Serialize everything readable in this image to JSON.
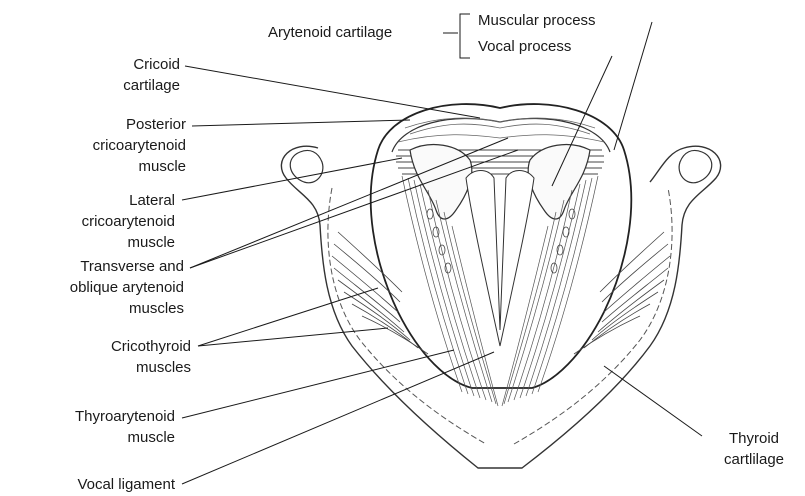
{
  "diagram": {
    "labels": {
      "arytenoid_cartilage": "Arytenoid cartilage",
      "muscular_process": "Muscular process",
      "vocal_process": "Vocal process",
      "cricoid_cartilage": [
        "Cricoid",
        "cartilage"
      ],
      "posterior_cricoarytenoid": [
        "Posterior",
        "cricoarytenoid",
        "muscle"
      ],
      "lateral_cricoarytenoid": [
        "Lateral",
        "cricoarytenoid",
        "muscle"
      ],
      "transverse_oblique": [
        "Transverse and",
        "oblique arytenoid",
        "muscles"
      ],
      "cricothyroid": [
        "Cricothyroid",
        "muscles"
      ],
      "thyroarytenoid": [
        "Thyroarytenoid",
        "muscle"
      ],
      "vocal_ligament": "Vocal ligament",
      "thyroid_cartilage": [
        "Thyroid",
        "cartlilage"
      ]
    }
  }
}
